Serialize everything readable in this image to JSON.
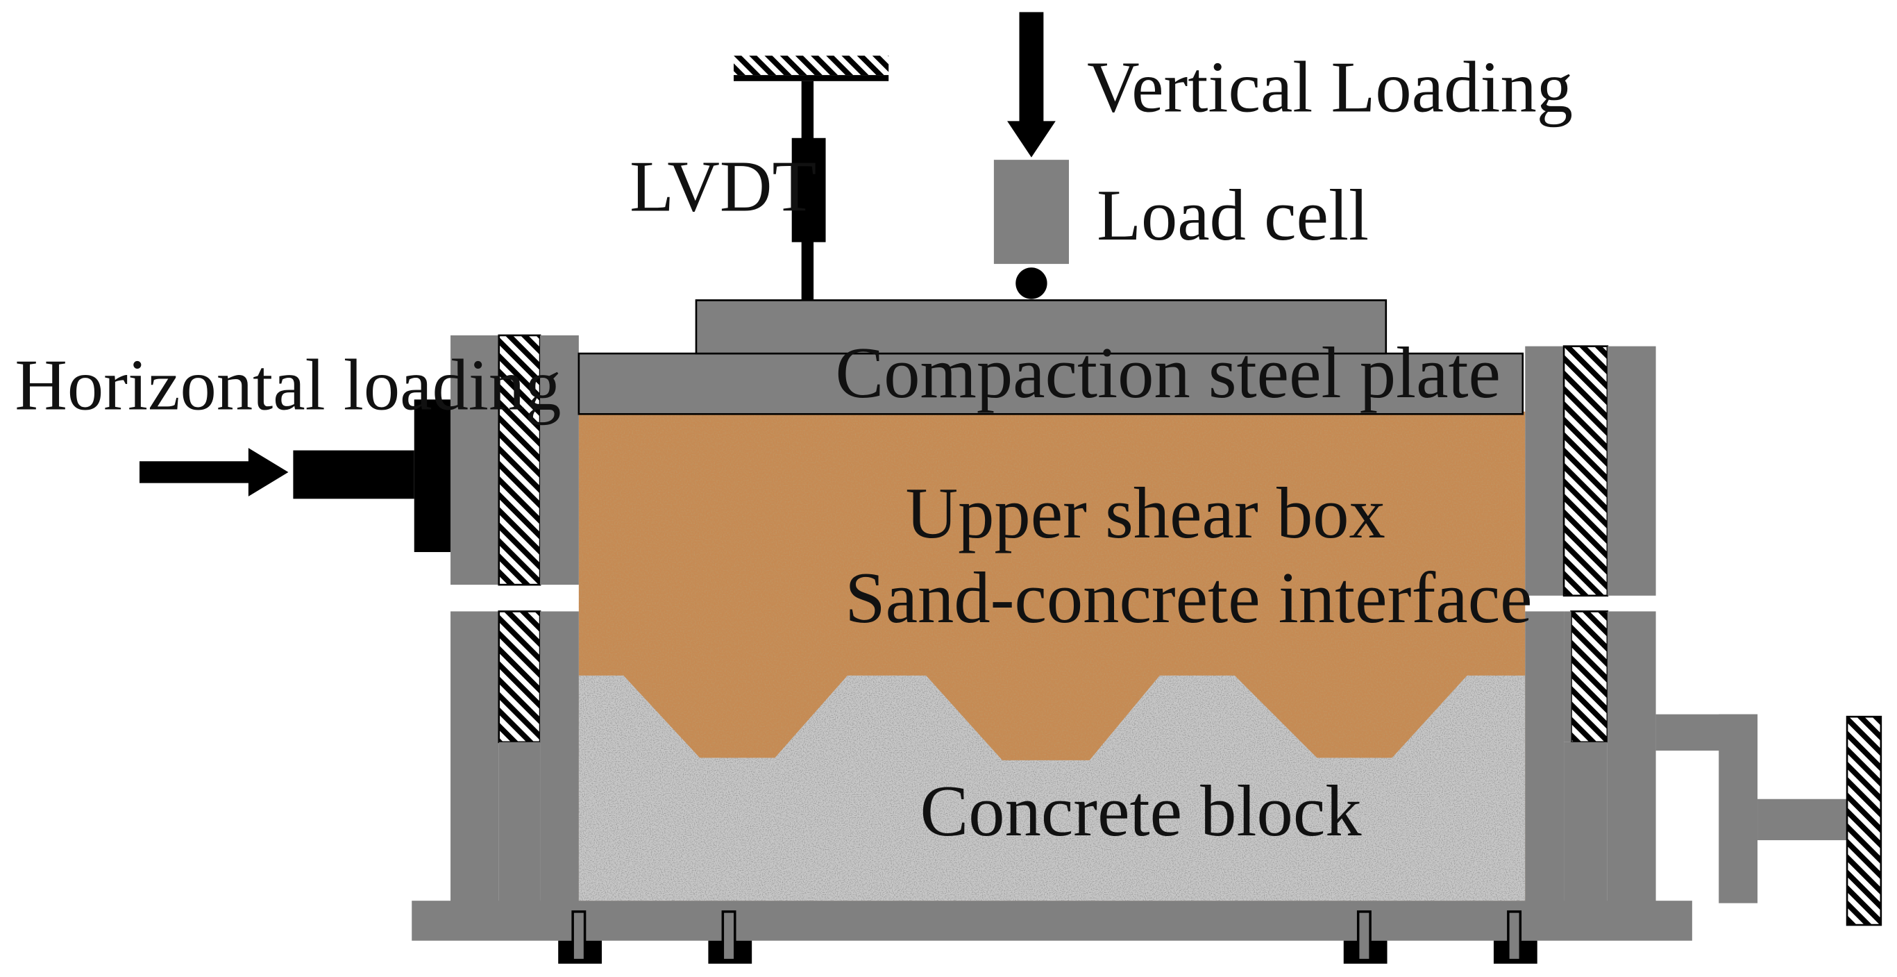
{
  "labels": {
    "vertical_loading": "Vertical Loading",
    "lvdt": "LVDT",
    "load_cell": "Load cell",
    "horizontal_loading": "Horizontal loading",
    "compaction_plate": "Compaction steel plate",
    "upper_shear_box": "Upper shear box",
    "interface": "Sand-concrete interface",
    "concrete_block": "Concrete block"
  },
  "colors": {
    "steel": "#808080",
    "black": "#000000",
    "sand": "#c68a52",
    "concrete": "#c8c8c8",
    "background": "#ffffff"
  },
  "icons": {
    "vertical_loading": "down-arrow-icon",
    "horizontal_loading": "right-arrow-icon",
    "fixed_support": "hatched-support-icon"
  }
}
